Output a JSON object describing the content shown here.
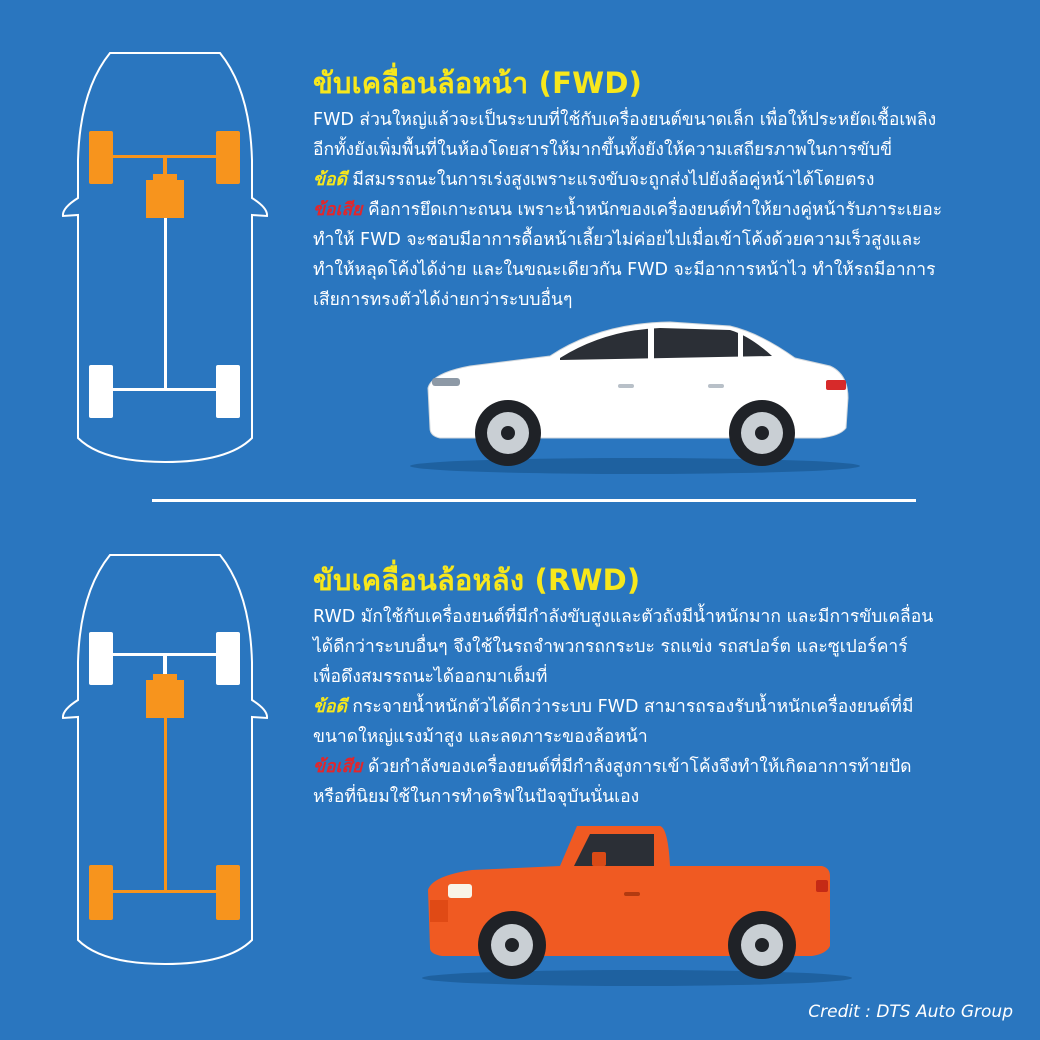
{
  "fwd": {
    "title": "ขับเคลื่อนล้อหน้า (FWD)",
    "lines": [
      "FWD ส่วนใหญ่แล้วจะเป็นระบบที่ใช้กับเครื่องยนต์ขนาดเล็ก เพื่อให้ประหยัดเชื้อเพลิง",
      "อีกทั้งยังเพิ่มพื้นที่ในห้องโดยสารให้มากขึ้นทั้งยังให้ความเสถียรภาพในการขับขี่"
    ],
    "pro_label": "ข้อดี",
    "pro_text": " มีสมรรถนะในการเร่งสูงเพราะแรงขับจะถูกส่งไปยังล้อคู่หน้าได้โดยตรง",
    "con_label": "ข้อเสีย",
    "con_text": " คือการยึดเกาะถนน เพราะน้ำหนักของเครื่องยนต์ทำให้ยางคู่หน้ารับภาระเยอะ",
    "con_lines": [
      "ทำให้ FWD จะชอบมีอาการดื้อหน้าเลี้ยวไม่ค่อยไปเมื่อเข้าโค้งด้วยความเร็วสูงและ",
      "ทำให้หลุดโค้งได้ง่าย และในขณะเดียวกัน FWD จะมีอาการหน้าไว ทำให้รถมีอาการ",
      "เสียการทรงตัวได้ง่ายกว่าระบบอื่นๆ"
    ]
  },
  "rwd": {
    "title": "ขับเคลื่อนล้อหลัง (RWD)",
    "lines": [
      "RWD มักใช้กับเครื่องยนต์ที่มีกำลังขับสูงและตัวถังมีน้ำหนักมาก และมีการขับเคลื่อน",
      "ได้ดีกว่าระบบอื่นๆ จึงใช้ในรถจำพวกรถกระบะ รถแข่ง รถสปอร์ต และซูเปอร์คาร์",
      "เพื่อดึงสมรรถนะได้ออกมาเต็มที่"
    ],
    "pro_label": "ข้อดี",
    "pro_text": " กระจายน้ำหนักตัวได้ดีกว่าระบบ FWD สามารถรองรับน้ำหนักเครื่องยนต์ที่มี",
    "pro_lines": [
      "ขนาดใหญ่แรงม้าสูง และลดภาระของล้อหน้า"
    ],
    "con_label": "ข้อเสีย",
    "con_text": " ด้วยกำลังของเครื่องยนต์ที่มีกำลังสูงการเข้าโค้งจึงทำให้เกิดอาการท้ายปัด",
    "con_lines": [
      "หรือที่นิยมใช้ในการทำดริฟในปัจจุบันนั่นเอง"
    ]
  },
  "credit": "Credit : DTS Auto Group",
  "colors": {
    "background": "#2a76bf",
    "title_yellow": "#f7e71c",
    "con_red": "#e2262b",
    "drive_orange": "#f7941d",
    "truck_orange": "#f05a22"
  }
}
